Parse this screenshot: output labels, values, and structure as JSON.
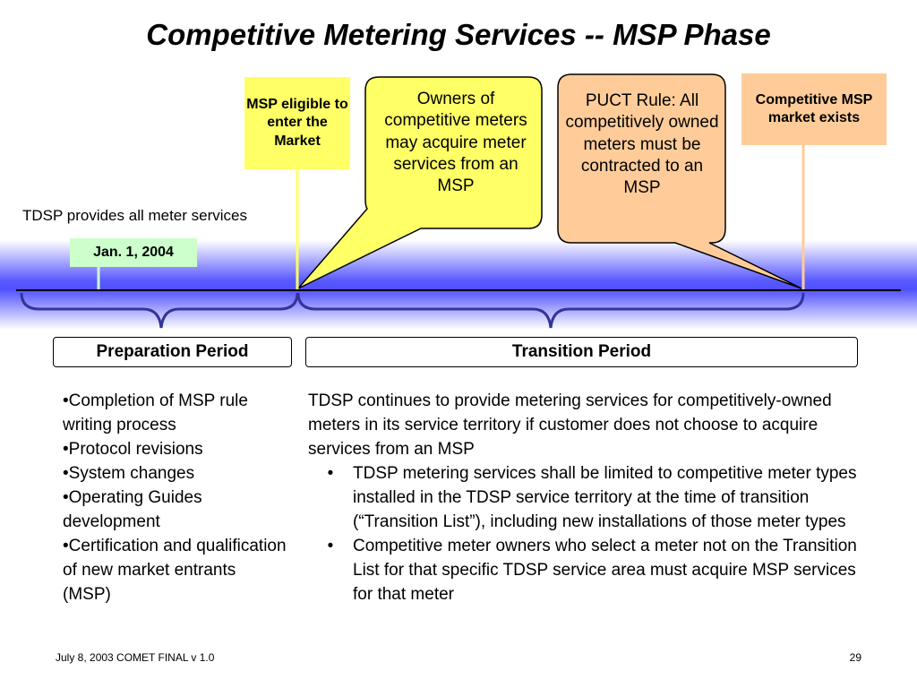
{
  "title": "Competitive Metering Services -- MSP Phase",
  "tdsp_label": "TDSP provides all meter services",
  "date_label": "Jan. 1, 2004",
  "callouts": {
    "msp_eligible": "MSP eligible to enter the Market",
    "owners": "Owners of competitive meters may acquire meter services from an MSP",
    "puct": "PUCT Rule:  All competitively owned meters must be contracted to an MSP",
    "competitive_exists": "Competitive MSP market exists"
  },
  "periods": {
    "preparation": "Preparation Period",
    "transition": "Transition Period"
  },
  "preparation_items": [
    "•Completion of MSP rule writing process",
    "•Protocol revisions",
    "•System changes",
    "•Operating Guides development",
    "•Certification and qualification of new market entrants (MSP)"
  ],
  "transition": {
    "intro": "TDSP continues to provide metering services for competitively-owned meters in its service territory if customer does not choose to acquire services from an MSP",
    "bullet_char": "•",
    "bullets": [
      "TDSP metering services shall be limited to competitive meter types installed in the TDSP service territory at the time of transition (“Transition List”), including new installations of those meter types",
      "Competitive meter owners who select a meter not on the Transition List for that specific TDSP service area must acquire MSP services for that meter"
    ]
  },
  "footer": {
    "left": "July 8, 2003 COMET FINAL v 1.0",
    "page_number": "29"
  },
  "colors": {
    "yellow": "#ffff66",
    "peach": "#ffcc99",
    "green": "#ccffcc",
    "brace": "#333399",
    "band": "#5050ff"
  }
}
